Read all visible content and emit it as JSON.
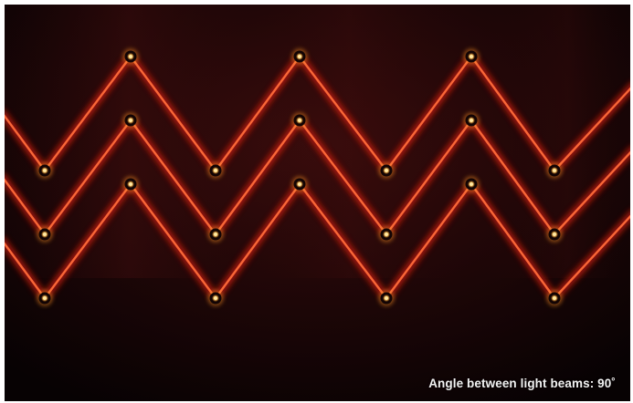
{
  "caption": {
    "text": "Angle between light beams: 90˚"
  },
  "colors": {
    "background": "#0d0506",
    "beam_core": "#ff6a3a",
    "beam_glow": "#c81a10",
    "node_core": "#ffe9a8",
    "node_glow": "#ffb02a"
  },
  "scene": {
    "description_type": "photograph",
    "zigzag_rows": 3,
    "rows": [
      {
        "name": "top-zigzag"
      },
      {
        "name": "middle-zigzag"
      },
      {
        "name": "bottom-zigzag"
      }
    ]
  }
}
